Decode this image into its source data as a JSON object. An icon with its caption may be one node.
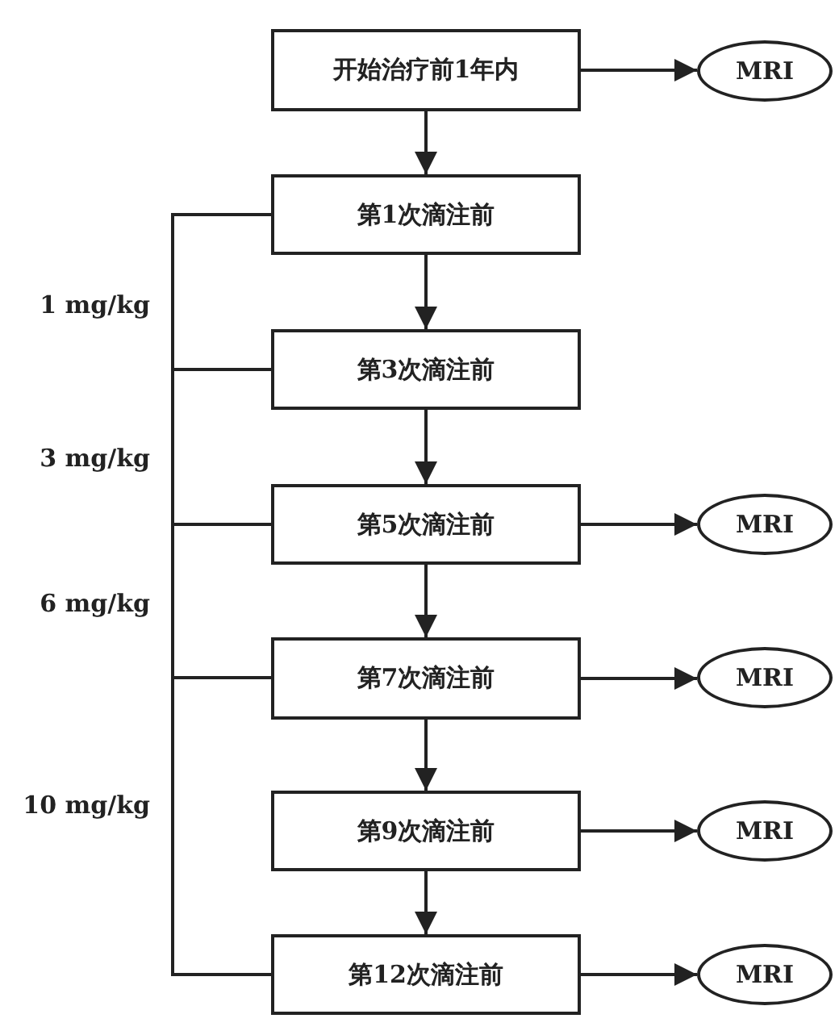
{
  "diagram": {
    "nodes": [
      {
        "text": [
          "开始治疗前1年内"
        ]
      },
      {
        "text": [
          "MRI"
        ]
      },
      {
        "text": [
          "第1次滴注前"
        ]
      },
      {
        "text": [
          "第3次滴注前"
        ]
      },
      {
        "text": [
          "第5次滴注前"
        ]
      },
      {
        "text": [
          "MRI"
        ]
      },
      {
        "text": [
          "第7次滴注前"
        ]
      },
      {
        "text": [
          "MRI"
        ]
      },
      {
        "text": [
          "第9次滴注前"
        ]
      },
      {
        "text": [
          "MRI"
        ]
      },
      {
        "text": [
          "第12次滴注前"
        ]
      },
      {
        "text": [
          "MRI"
        ]
      }
    ],
    "edges": [
      {
        "from": 0,
        "to": 1,
        "arrow": "to"
      },
      {
        "from": 0,
        "to": 2,
        "arrow": "to"
      },
      {
        "from": 2,
        "to": 3,
        "arrow": "to"
      },
      {
        "from": 3,
        "to": 4,
        "arrow": "to"
      },
      {
        "from": 4,
        "to": 5,
        "arrow": "to"
      },
      {
        "from": 4,
        "to": 6,
        "arrow": "to"
      },
      {
        "from": 6,
        "to": 7,
        "arrow": "to"
      },
      {
        "from": 6,
        "to": 8,
        "arrow": "to"
      },
      {
        "from": 8,
        "to": 9,
        "arrow": "to"
      },
      {
        "from": 8,
        "to": 10,
        "arrow": "to"
      },
      {
        "from": 10,
        "to": 11,
        "arrow": "to"
      }
    ],
    "labels": [
      "1 mg/kg",
      "3 mg/kg",
      "6 mg/kg",
      "10 mg/kg"
    ]
  }
}
